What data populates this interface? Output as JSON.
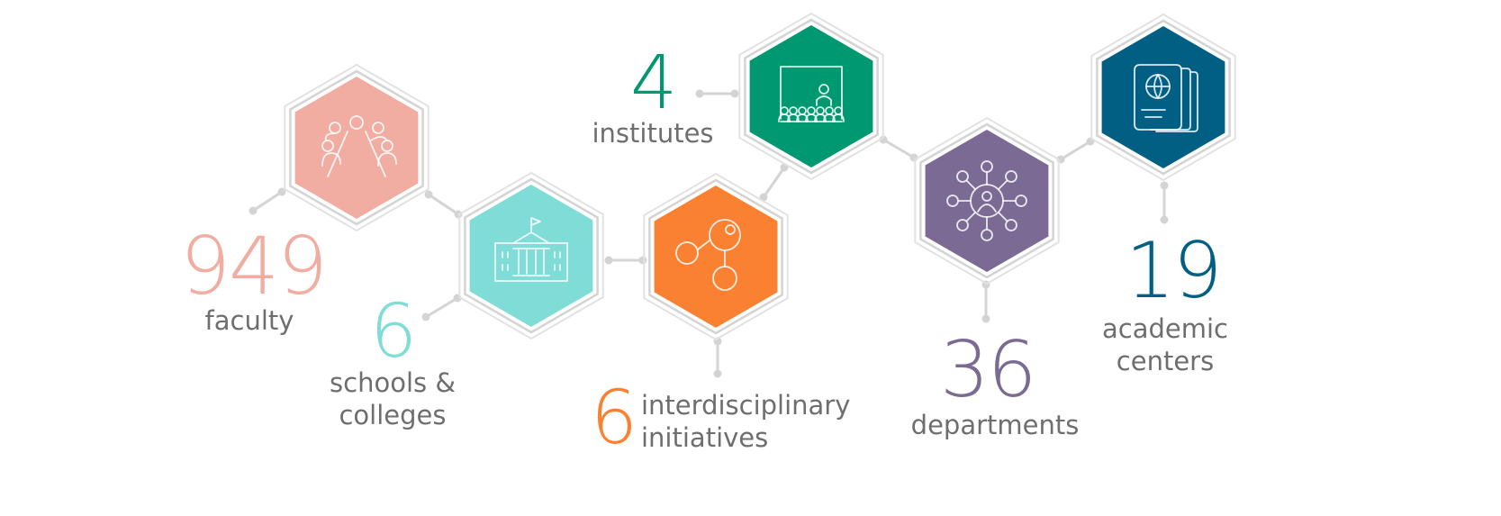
{
  "colors": {
    "faculty": "#f2ada2",
    "schools": "#7fdcd6",
    "initiatives": "#fb8132",
    "institutes": "#009870",
    "departments": "#7b6a93",
    "centers": "#005f83",
    "frame": "#d4d4d4",
    "label": "#6e6e6e"
  },
  "stats": {
    "faculty": {
      "number": "949",
      "label_1": "faculty",
      "icon": "meeting-group-icon"
    },
    "schools": {
      "number": "6",
      "label_1": "schools &",
      "label_2": "colleges",
      "icon": "university-building-icon"
    },
    "initiatives": {
      "number": "6",
      "label_1": "interdisciplinary",
      "label_2": "initiatives",
      "icon": "molecule-network-icon"
    },
    "institutes": {
      "number": "4",
      "label_1": "institutes",
      "icon": "lecture-presentation-icon"
    },
    "departments": {
      "number": "36",
      "label_1": "departments",
      "icon": "people-network-icon"
    },
    "centers": {
      "number": "19",
      "label_1": "academic",
      "label_2": "centers",
      "icon": "passport-globe-icon"
    }
  }
}
